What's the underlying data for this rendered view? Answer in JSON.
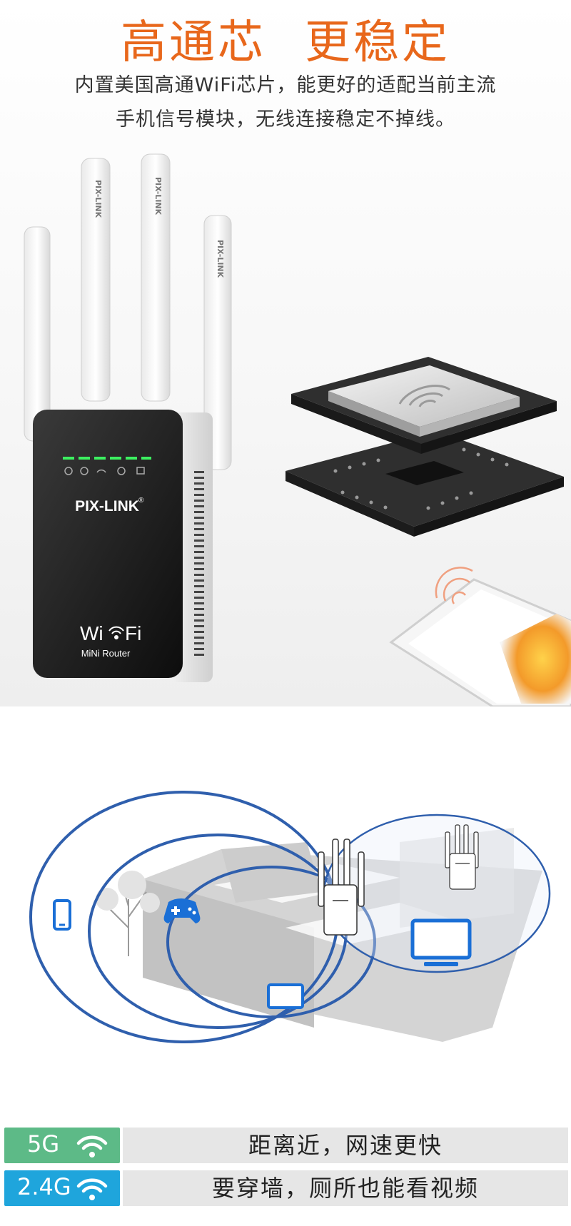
{
  "header": {
    "title_part1": "高通芯",
    "title_part2": "更稳定",
    "desc_line1": "内置美国高通WiFi芯片，能更好的适配当前主流",
    "desc_line2": "手机信号模块，无线连接稳定不掉线。"
  },
  "product": {
    "brand": "PIX-LINK",
    "antenna_brand": "PIX-LINK",
    "wifi_logo_left": "Wi",
    "wifi_logo_right": "Fi",
    "model": "MiNi Router",
    "registered": "®"
  },
  "bands": [
    {
      "label": "5G",
      "text": "距离近，网速更快",
      "color": "#5dba87",
      "icon": "wifi-icon"
    },
    {
      "label": "2.4G",
      "text": "要穿墙，厕所也能看视频",
      "color": "#1fa5dc",
      "icon": "wifi-icon"
    }
  ],
  "colors": {
    "accent": "#e8671b",
    "signal_blue": "#2f5fad",
    "device_blue": "#1a6fd6"
  }
}
